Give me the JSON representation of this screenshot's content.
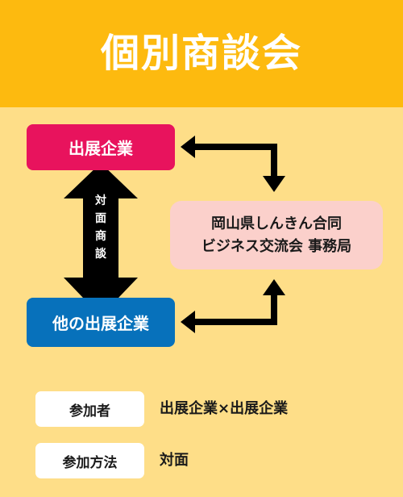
{
  "header": {
    "title": "個別商談会",
    "bg_color": "#FDBA0F"
  },
  "diagram": {
    "exhibitor_label": "出展企業",
    "other_exhibitor_label": "他の出展企業",
    "face_to_face_label": "対面商談",
    "office_line1": "岡山県しんきん合同",
    "office_line2": "ビジネス交流会 事務局",
    "colors": {
      "exhibitor": "#E8135D",
      "other_exhibitor": "#0771BB",
      "office": "#FBD0CB",
      "arrow": "#000000"
    }
  },
  "info": {
    "participants_label": "参加者",
    "participants_value": "出展企業×出展企業",
    "method_label": "参加方法",
    "method_value": "対面"
  },
  "background_color": "#FEDE88"
}
